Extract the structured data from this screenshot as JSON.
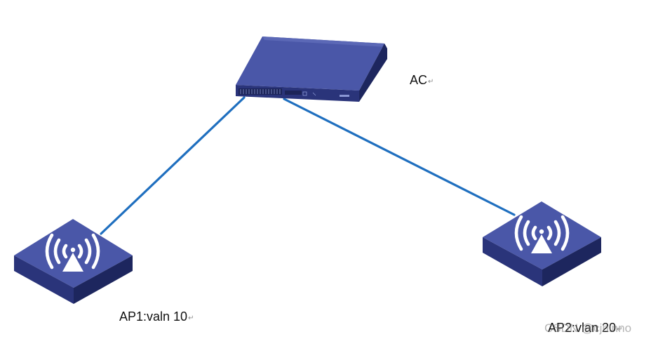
{
  "nodes": {
    "ac": {
      "label": "AC",
      "return_mark": "↵",
      "device": "access-controller-switch"
    },
    "ap1": {
      "label": "AP1:valn 10",
      "return_mark": "↵",
      "device": "wireless-access-point"
    },
    "ap2": {
      "label": "AP2:vlan 20",
      "return_mark": "↵",
      "device": "wireless-access-point"
    }
  },
  "links": [
    {
      "from": "ac",
      "to": "ap1"
    },
    {
      "from": "ac",
      "to": "ap2"
    }
  ],
  "watermark": "CSDN @cjhinno",
  "colors": {
    "link": "#1f6fbf",
    "device_top": "#4a57a8",
    "device_side": "#2a347a",
    "device_dark": "#1d265e",
    "wireless_symbol": "#ffffff"
  },
  "icons": [
    "wifi-waves-icon",
    "antenna-icon",
    "switch-ports-icon"
  ]
}
